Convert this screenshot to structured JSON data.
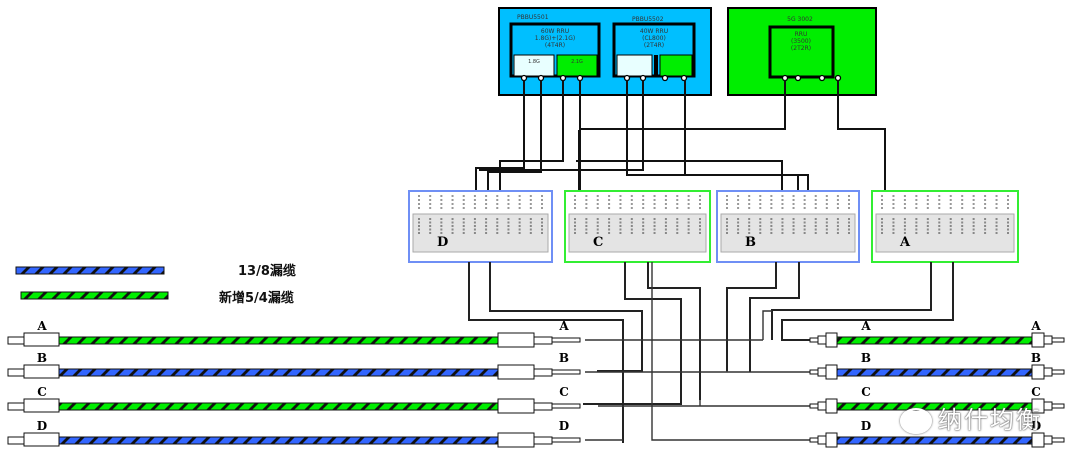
{
  "colors": {
    "cable_13_8": "#3366ff",
    "cable_5_4": "#00ee00",
    "cabinet_blue": "#00bfff",
    "cabinet_green": "#00ee00",
    "odf_blue_border": "#6f8ff5",
    "odf_green_border": "#33ee33"
  },
  "cabinets": [
    {
      "id": "cab1",
      "name": "PBBU5501",
      "color": "blue",
      "units": [
        {
          "id": "u1",
          "lines": [
            "60W RRU",
            "1.8G)+(2.1G)",
            "(4T4R)"
          ],
          "ports": [
            {
              "label": "1.8G",
              "color": "light"
            },
            {
              "label": "2.1G",
              "color": "green"
            }
          ]
        },
        {
          "id": "u2",
          "name": "PBBU5502",
          "lines": [
            "40W RRU",
            "(CL800)",
            "(2T4R)"
          ],
          "ports": [
            {
              "label": "",
              "color": "light"
            },
            {
              "label": "",
              "color": "green"
            }
          ]
        }
      ]
    },
    {
      "id": "cab2",
      "name": "5G 3002",
      "color": "green",
      "units": [
        {
          "id": "u3",
          "lines": [
            "RRU",
            "(3500)",
            "(2T2R)"
          ]
        }
      ]
    }
  ],
  "odf_panels": [
    {
      "id": "D",
      "label": "D",
      "border": "blue"
    },
    {
      "id": "C",
      "label": "C",
      "border": "green"
    },
    {
      "id": "B",
      "label": "B",
      "border": "blue"
    },
    {
      "id": "A",
      "label": "A",
      "border": "green"
    }
  ],
  "legend": [
    {
      "type": "blue",
      "label": "13/8漏缆"
    },
    {
      "type": "green",
      "label": "新增5/4漏缆"
    }
  ],
  "cables_left": [
    {
      "label": "A",
      "end_label": "A",
      "type": "green"
    },
    {
      "label": "B",
      "end_label": "B",
      "type": "blue"
    },
    {
      "label": "C",
      "end_label": "C",
      "type": "green"
    },
    {
      "label": "D",
      "end_label": "D",
      "type": "blue"
    }
  ],
  "cables_right": [
    {
      "label": "A",
      "end_label": "A",
      "type": "green"
    },
    {
      "label": "B",
      "end_label": "B",
      "type": "blue"
    },
    {
      "label": "C",
      "end_label": "C",
      "type": "green"
    },
    {
      "label": "D",
      "end_label": "D",
      "type": "blue"
    }
  ],
  "watermark": "纳什均衡"
}
